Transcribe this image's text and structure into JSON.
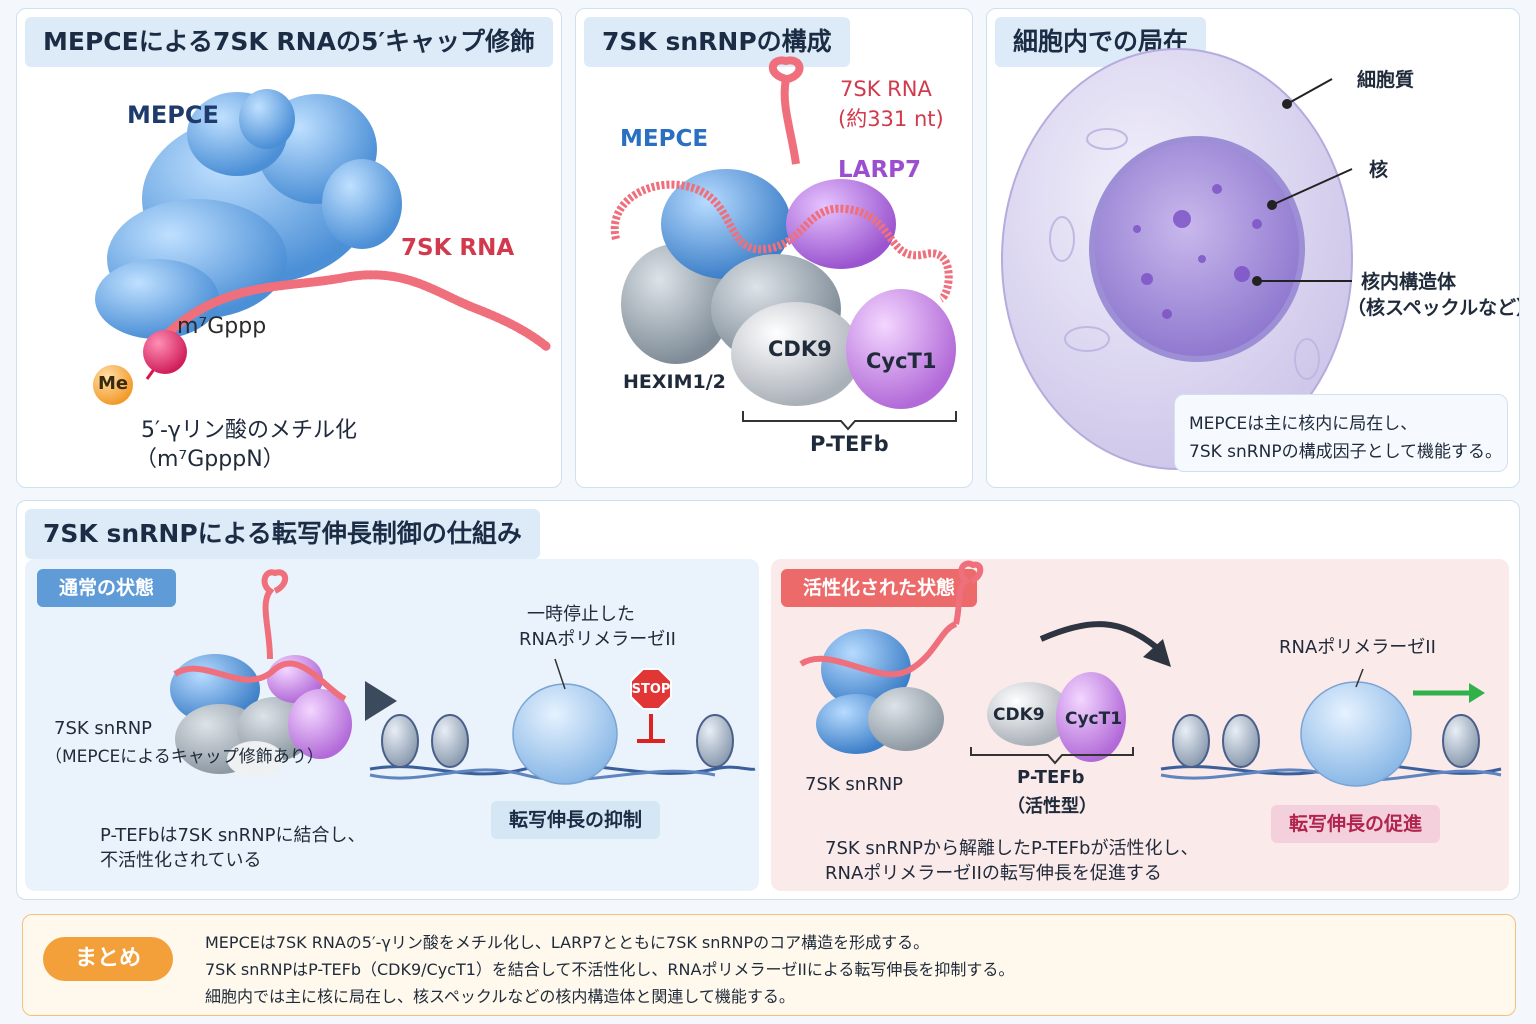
{
  "panel1": {
    "title": "MEPCEによる7SK RNAの5′キャップ修飾",
    "mepce_label": "MEPCE",
    "rna_label": "7SK RNA",
    "cap_label": "m⁷Gppp",
    "me_label": "Me",
    "caption_line1": "5′-γリン酸のメチル化",
    "caption_line2": "（m⁷GpppN）"
  },
  "panel2": {
    "title": "7SK snRNPの構成",
    "rna_label_line1": "7SK RNA",
    "rna_label_line2": "(約331 nt)",
    "mepce_label": "MEPCE",
    "larp7_label": "LARP7",
    "cdk9_label": "CDK9",
    "cyct1_label": "CycT1",
    "hexim_label": "HEXIM1/2",
    "ptefb_label": "P-TEFb"
  },
  "panel3": {
    "title": "細胞内での局在",
    "cytoplasm_label": "細胞質",
    "nucleus_label": "核",
    "body_label_line1": "核内構造体",
    "body_label_line2": "（核スペックルなど）",
    "note_line1": "MEPCEは主に核内に局在し、",
    "note_line2": "7SK snRNPの構成因子として機能する。"
  },
  "panel4": {
    "title": "7SK snRNPによる転写伸長制御の仕組み",
    "normal": {
      "tag": "通常の状態",
      "complex_label_line1": "7SK snRNP",
      "complex_label_line2": "（MEPCEによるキャップ修飾あり）",
      "paused_label_line1": "一時停止した",
      "paused_label_line2": "RNAポリメラーゼII",
      "stop_label": "STOP",
      "result": "転写伸長の抑制",
      "desc_line1": "P-TEFbは7SK snRNPに結合し、",
      "desc_line2": "不活性化されている"
    },
    "active": {
      "tag": "活性化された状態",
      "complex_label": "7SK snRNP",
      "cdk9_label": "CDK9",
      "cyct1_label": "CycT1",
      "ptefb_label_line1": "P-TEFb",
      "ptefb_label_line2": "（活性型）",
      "pol_label": "RNAポリメラーゼII",
      "result": "転写伸長の促進",
      "desc_line1": "7SK snRNPから解離したP-TEFbが活性化し、",
      "desc_line2": "RNAポリメラーゼIIの転写伸長を促進する"
    }
  },
  "summary": {
    "tag": "まとめ",
    "line1": "MEPCEは7SK RNAの5′-γリン酸をメチル化し、LARP7とともに7SK snRNPのコア構造を形成する。",
    "line2": "7SK snRNPはP-TEFb（CDK9/CycT1）を結合して不活性化し、RNAポリメラーゼIIによる転写伸長を抑制する。",
    "line3": "細胞内では主に核に局在し、核スペックルなどの核内構造体と関連して機能する。"
  },
  "colors": {
    "mepce": "#5b9fe0",
    "rna": "#ef6f7c",
    "larp7": "#c48be6",
    "cdk9": "#cfd3d8",
    "cyct1": "#d9a5ee",
    "hexim": "#9aa7b1",
    "cap": "#e8346e",
    "me": "#f7a93c",
    "normal_tag": "#5f9bd6",
    "active_tag": "#ec6a6a",
    "summary_tag": "#f4a03a"
  }
}
